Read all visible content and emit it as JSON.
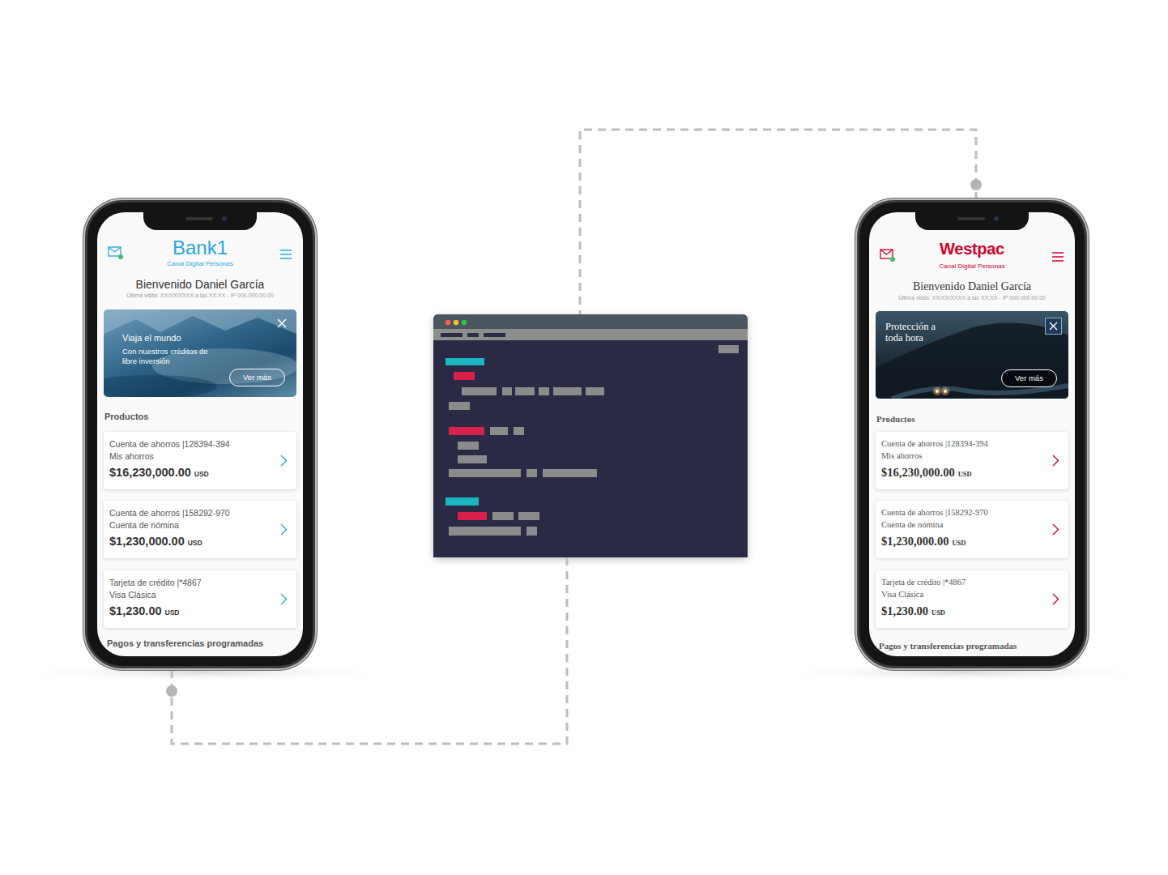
{
  "diagram": {
    "nodes": [
      {
        "text": [
          "Bank1",
          "Canal Digital Personas",
          "Bienvenido Daniel García",
          "Última visita: XX/XX/XXXX a las XX:XX - IP 000.000.00.00",
          "Productos",
          "Pagos y transferencias programadas"
        ]
      },
      {
        "text": [
          "Viaja el mundo",
          "Con nuestros créditos de libre inversión",
          "Ver más"
        ],
        "in": 0
      },
      {
        "text": [
          "Cuenta de ahorros |128394-394",
          "Mis ahorros",
          "$16,230,000.00",
          "USD"
        ],
        "in": 0
      },
      {
        "text": [
          "Cuenta de ahorros |158292-970",
          "Cuenta de nómina",
          "$1,230,000.00",
          "USD"
        ],
        "in": 0
      },
      {
        "text": [
          "Tarjeta de crédito |*4867",
          "Visa Clásica",
          "$1,230.00",
          "USD"
        ],
        "in": 0
      },
      {
        "text": []
      },
      {
        "text": [
          "Westpac",
          "Canal Digital Personas",
          "Bienvenido Daniel García",
          "Última visita: XX/XX/XXXX a las XX:XX - IP 000.000.00.00",
          "Productos",
          "Pagos y transferencias programadas"
        ]
      },
      {
        "text": [
          "Protección a toda hora",
          "Ver más"
        ],
        "in": 6
      },
      {
        "text": [
          "Cuenta de ahorros |128394-394",
          "Mis ahorros",
          "$16,230,000.00",
          "USD"
        ],
        "in": 6
      },
      {
        "text": [
          "Cuenta de ahorros |158292-970",
          "Cuenta de nómina",
          "$1,230,000.00",
          "USD"
        ],
        "in": 6
      },
      {
        "text": [
          "Tarjeta de crédito |*4867",
          "Visa Clásica",
          "$1,230.00",
          "USD"
        ],
        "in": 6
      }
    ],
    "edges": [
      {
        "from": 6,
        "to": 5,
        "arrow": "none"
      },
      {
        "from": 5,
        "to": 0,
        "arrow": "none"
      }
    ]
  }
}
